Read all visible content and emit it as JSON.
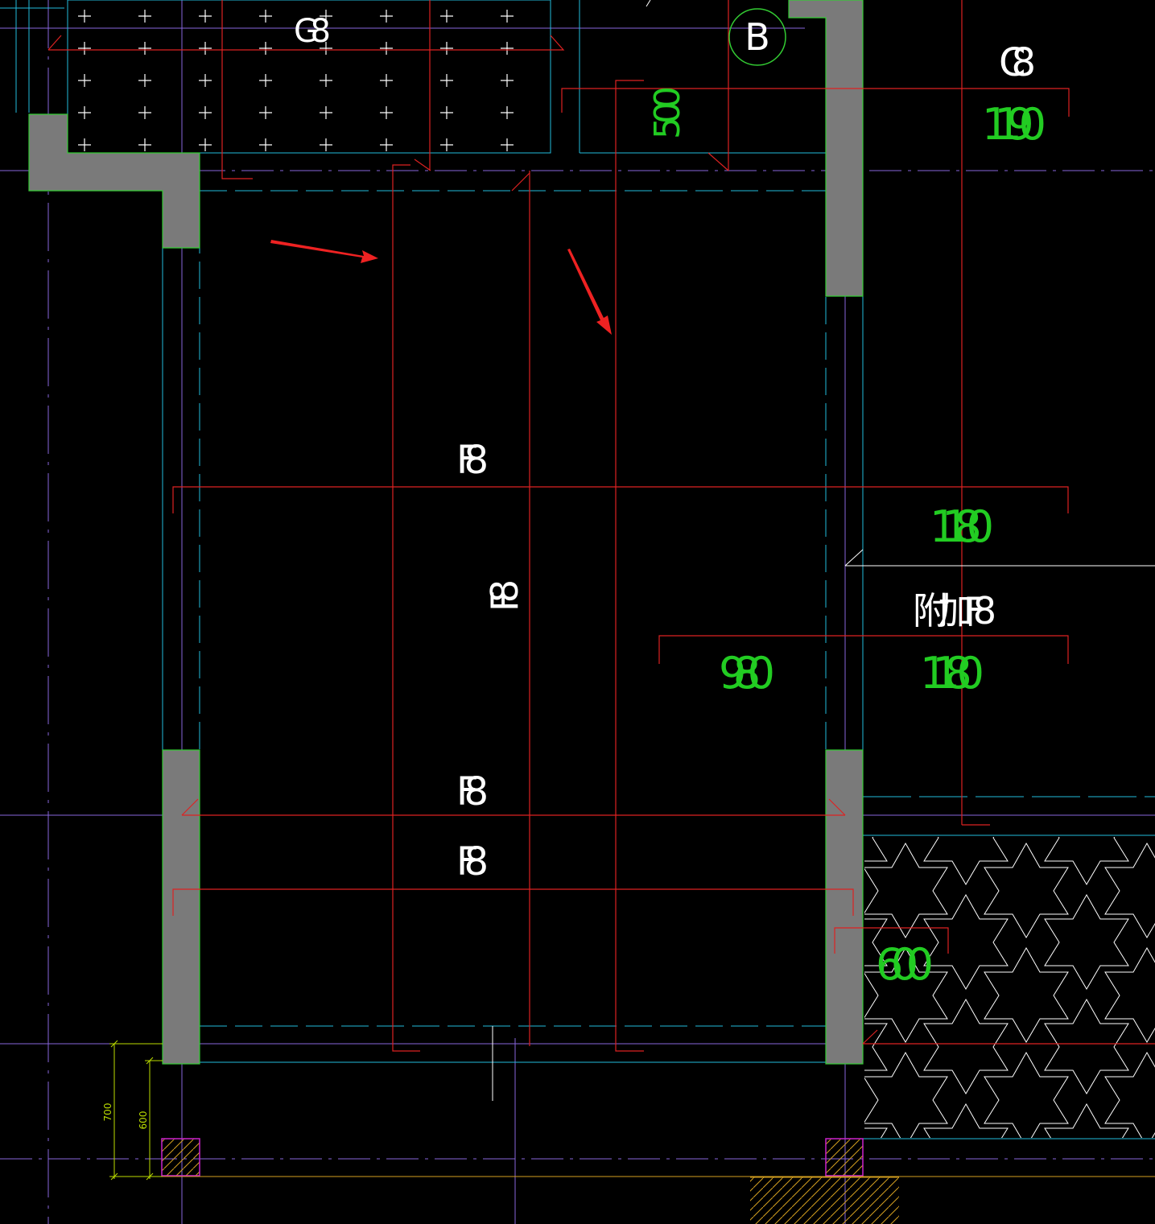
{
  "drawing": {
    "background": "#000000",
    "colors": {
      "rebar": "#dd2222",
      "wall_outline": "#33cc33",
      "concrete": "#7a7a7a",
      "grid_cyan": "#22bbdd",
      "grid_violet": "#8866dd",
      "dimension_text": "#22cc22",
      "label_text": "#ffffff",
      "small_dimension": "#bbdd00",
      "column_magenta": "#cc22cc",
      "arrow": "#ee2222"
    },
    "labels": {
      "g8": "G8",
      "c8": "C8",
      "f8_upper": "F8",
      "f8_vertical": "F8",
      "f8_mid": "F8",
      "f8_lower": "F8",
      "additional_f8": "附加F8"
    },
    "axis_bubble": "B",
    "dimensions": {
      "d500": "500",
      "d1190": "1190",
      "d1180_top": "1180",
      "d980": "980",
      "d1180_bottom": "1180",
      "d600_right": "600",
      "d700_left": "700",
      "d600_left": "600"
    }
  }
}
